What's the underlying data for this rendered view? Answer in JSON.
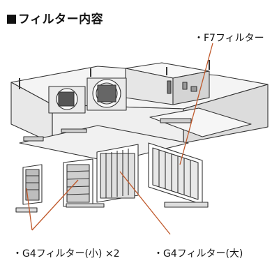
{
  "heading": "フィルター内容",
  "labels": {
    "f7": "・F7フィルター",
    "g4_small": "・G4フィルター(小) ×2",
    "g4_large": "・G4フィルター(大)"
  },
  "colors": {
    "line": "#333333",
    "leader": "#c0592b",
    "fill_light": "#f4f4f4",
    "fill_mid": "#e2e2e2",
    "fill_dark": "#bdbdbd"
  }
}
